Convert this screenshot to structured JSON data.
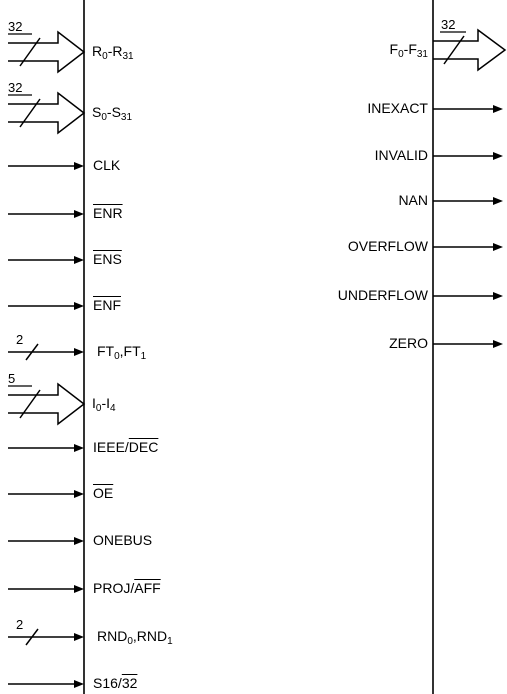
{
  "inputs": [
    {
      "id": "r",
      "parts": [
        {
          "t": "R"
        },
        {
          "t": "0",
          "sub": true
        },
        {
          "t": "-R"
        },
        {
          "t": "31",
          "sub": true
        }
      ],
      "type": "bus",
      "width": "32"
    },
    {
      "id": "s",
      "parts": [
        {
          "t": "S"
        },
        {
          "t": "0",
          "sub": true
        },
        {
          "t": "-S"
        },
        {
          "t": "31",
          "sub": true
        }
      ],
      "type": "bus",
      "width": "32"
    },
    {
      "id": "clk",
      "parts": [
        {
          "t": "CLK"
        }
      ],
      "type": "line"
    },
    {
      "id": "enr",
      "parts": [
        {
          "t": "ENR",
          "ov": true
        }
      ],
      "type": "line"
    },
    {
      "id": "ens",
      "parts": [
        {
          "t": "ENS",
          "ov": true
        }
      ],
      "type": "line"
    },
    {
      "id": "enf",
      "parts": [
        {
          "t": "ENF",
          "ov": true
        }
      ],
      "type": "line"
    },
    {
      "id": "ft",
      "parts": [
        {
          "t": "FT"
        },
        {
          "t": "0",
          "sub": true
        },
        {
          "t": ",FT"
        },
        {
          "t": "1",
          "sub": true
        }
      ],
      "type": "multi",
      "width": "2"
    },
    {
      "id": "i",
      "parts": [
        {
          "t": "I"
        },
        {
          "t": "0",
          "sub": true
        },
        {
          "t": "-I"
        },
        {
          "t": "4",
          "sub": true
        }
      ],
      "type": "bus",
      "width": "5"
    },
    {
      "id": "ieee",
      "parts": [
        {
          "t": "IEEE/"
        },
        {
          "t": "DEC",
          "ov": true
        }
      ],
      "type": "line"
    },
    {
      "id": "oe",
      "parts": [
        {
          "t": "OE",
          "ov": true
        }
      ],
      "type": "line"
    },
    {
      "id": "onebus",
      "parts": [
        {
          "t": "ONEBUS"
        }
      ],
      "type": "line"
    },
    {
      "id": "proj",
      "parts": [
        {
          "t": "PROJ/"
        },
        {
          "t": "AFF",
          "ov": true
        }
      ],
      "type": "line"
    },
    {
      "id": "rnd",
      "parts": [
        {
          "t": "RND"
        },
        {
          "t": "0",
          "sub": true
        },
        {
          "t": ",RND"
        },
        {
          "t": "1",
          "sub": true
        }
      ],
      "type": "multi",
      "width": "2"
    },
    {
      "id": "s16",
      "parts": [
        {
          "t": "S16/"
        },
        {
          "t": "32",
          "ov": true
        }
      ],
      "type": "line"
    }
  ],
  "outputs": [
    {
      "id": "f",
      "parts": [
        {
          "t": "F"
        },
        {
          "t": "0",
          "sub": true
        },
        {
          "t": "-F"
        },
        {
          "t": "31",
          "sub": true
        }
      ],
      "type": "bus",
      "width": "32"
    },
    {
      "id": "inexact",
      "parts": [
        {
          "t": "INEXACT"
        }
      ],
      "type": "line"
    },
    {
      "id": "invalid",
      "parts": [
        {
          "t": "INVALID"
        }
      ],
      "type": "line"
    },
    {
      "id": "nan",
      "parts": [
        {
          "t": "NAN"
        }
      ],
      "type": "line"
    },
    {
      "id": "overflow",
      "parts": [
        {
          "t": "OVERFLOW"
        }
      ],
      "type": "line"
    },
    {
      "id": "underflow",
      "parts": [
        {
          "t": "UNDERFLOW"
        }
      ],
      "type": "line"
    },
    {
      "id": "zero",
      "parts": [
        {
          "t": "ZERO"
        }
      ],
      "type": "line"
    }
  ]
}
